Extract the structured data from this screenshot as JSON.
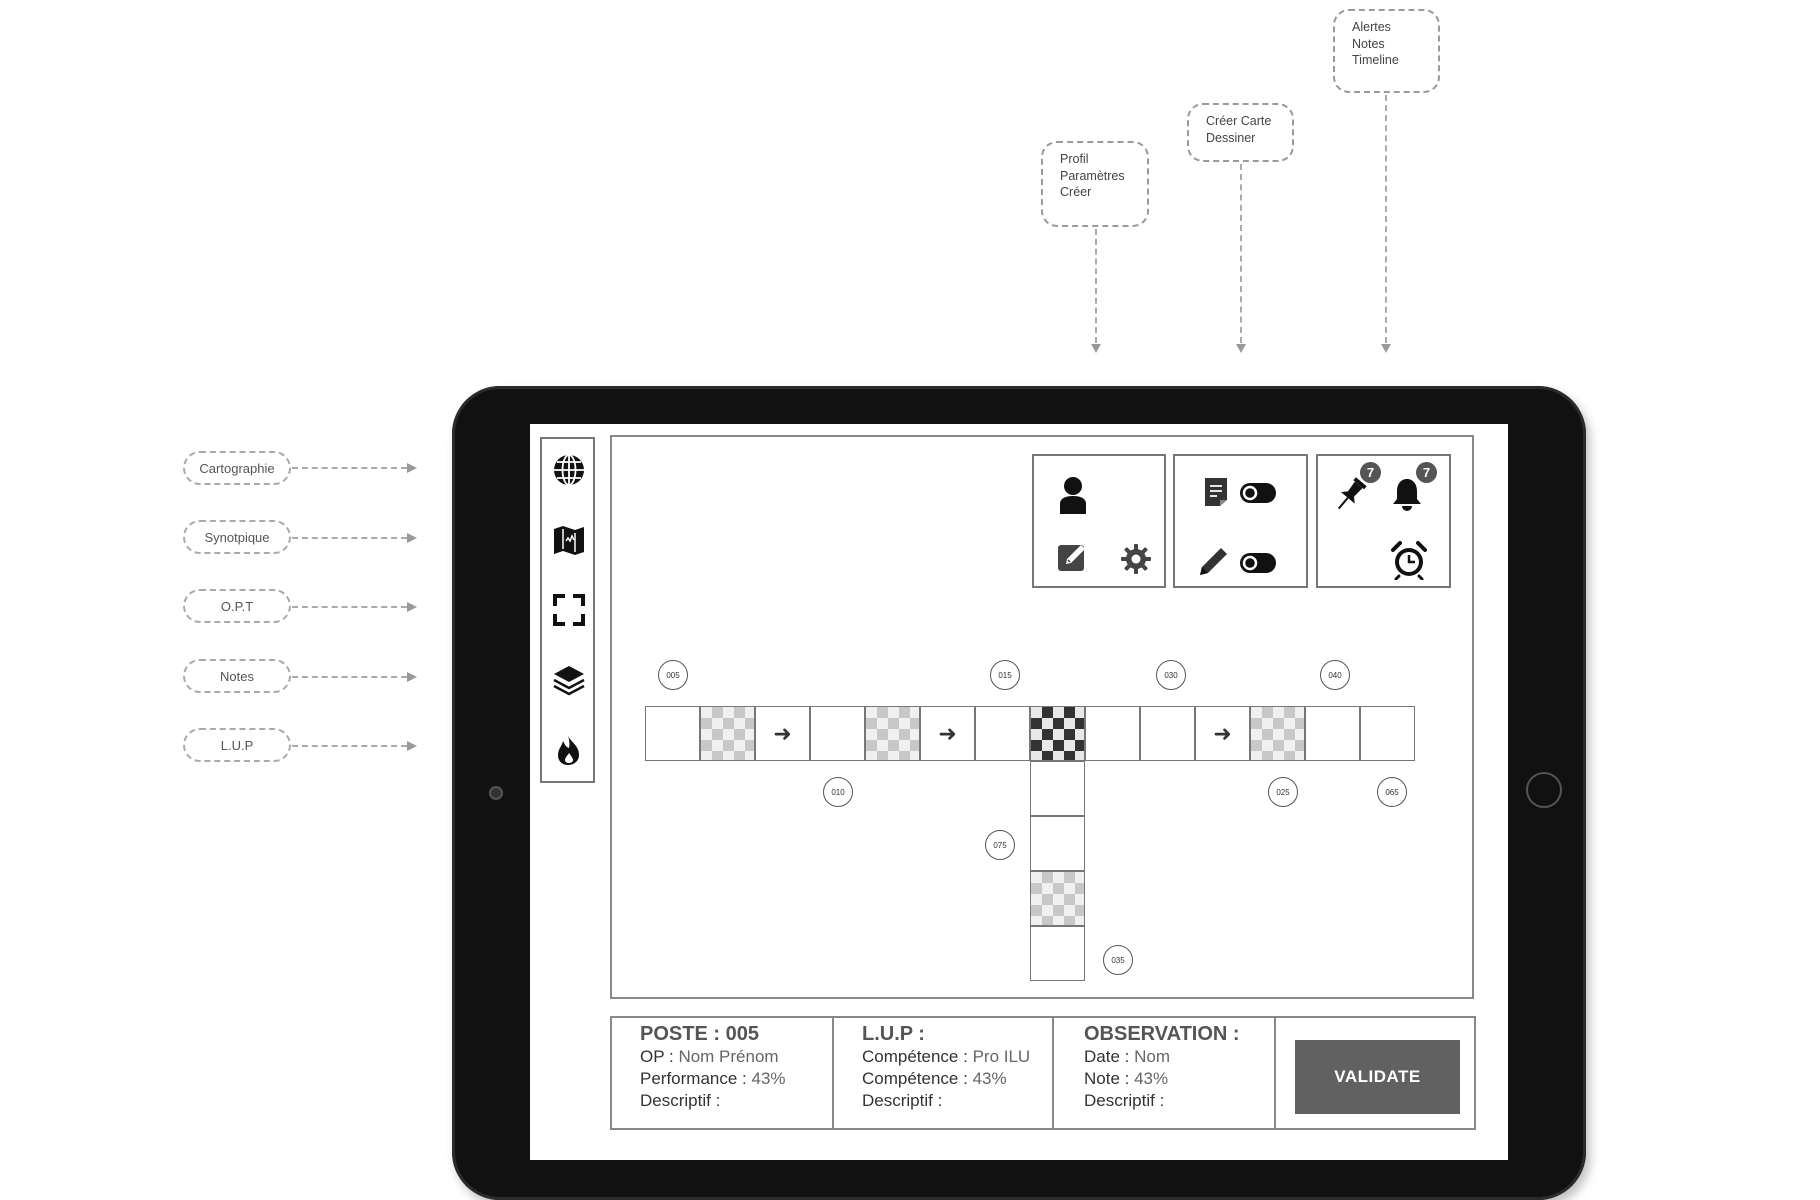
{
  "callouts": {
    "profile": [
      "Profil",
      "Paramètres",
      "Créer"
    ],
    "card": [
      "Créer Carte",
      "Dessiner"
    ],
    "alerts": [
      "Alertes",
      "Notes",
      "Timeline"
    ]
  },
  "side_labels": [
    "Cartographie",
    "Synotpique",
    "O.P.T",
    "Notes",
    "L.U.P"
  ],
  "sidebar_icons": [
    "globe-icon",
    "map-icon",
    "fullscreen-icon",
    "layers-icon",
    "fire-icon"
  ],
  "toolbar": {
    "profile_box": [
      "user-icon",
      "edit-icon",
      "gear-icon"
    ],
    "card_box": [
      "note-icon",
      "toggle-icon",
      "pencil-icon",
      "toggle-icon"
    ],
    "alert_box": [
      "pin-icon",
      "bell-icon",
      "alarm-clock-icon"
    ],
    "pin_badge": "7",
    "bell_badge": "7"
  },
  "synoptic": {
    "horizontal_cells": [
      "empty",
      "checker",
      "arrow",
      "empty",
      "checker",
      "arrow",
      "empty",
      "checker-dark",
      "empty",
      "empty",
      "arrow",
      "checker",
      "empty",
      "empty"
    ],
    "vertical_cells": [
      "empty",
      "empty",
      "checker",
      "empty"
    ],
    "arrow_glyph": "➜",
    "tags": [
      "005",
      "015",
      "030",
      "040",
      "010",
      "025",
      "065",
      "075",
      "035"
    ]
  },
  "info": {
    "poste": {
      "title": "POSTE : 005",
      "op_label": "OP : ",
      "op_value": "Nom Prénom",
      "perf_label": "Performance : ",
      "perf_value": "43%",
      "desc_label": "Descriptif :"
    },
    "lup": {
      "title": "L.U.P :",
      "comp1_label": "Compétence : ",
      "comp1_value": "Pro ILU",
      "comp2_label": "Compétence : ",
      "comp2_value": "43%",
      "desc_label": "Descriptif :"
    },
    "observation": {
      "title": "OBSERVATION :",
      "date_label": "Date : ",
      "date_value": "Nom",
      "note_label": "Note : ",
      "note_value": "43%",
      "desc_label": "Descriptif :"
    },
    "validate_label": "VALIDATE"
  }
}
